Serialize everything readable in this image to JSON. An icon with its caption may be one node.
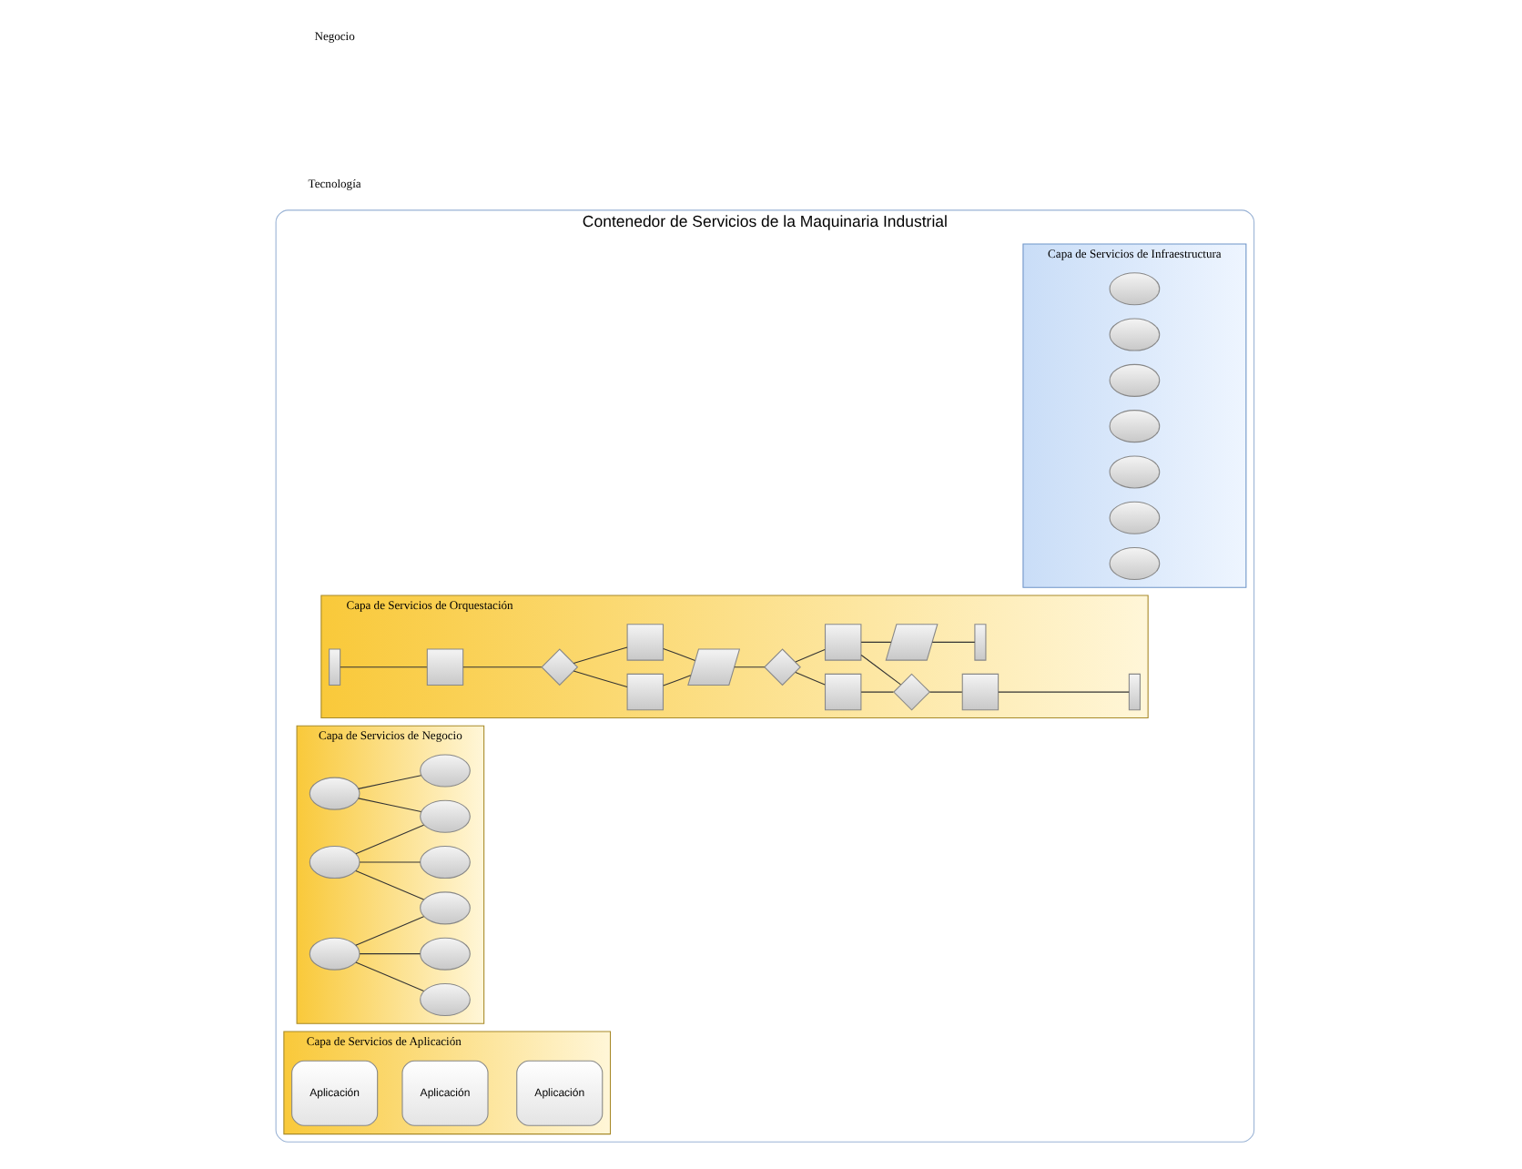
{
  "diagram": {
    "nodes": [
      {
        "text": [
          "Contenedor de Servicios de la Maquinaria Industrial"
        ]
      },
      {
        "text": [
          "Capa de Servicios de Orquestación"
        ],
        "in": 0
      },
      {
        "text": [],
        "shape": "bar",
        "in": 1
      },
      {
        "text": [],
        "shape": "box",
        "in": 1
      },
      {
        "text": [],
        "shape": "diamond",
        "in": 1
      },
      {
        "text": [],
        "shape": "box",
        "in": 1
      },
      {
        "text": [],
        "shape": "box",
        "in": 1
      },
      {
        "text": [],
        "shape": "parallelogram",
        "in": 1
      },
      {
        "text": [],
        "shape": "diamond",
        "in": 1
      },
      {
        "text": [],
        "shape": "box",
        "in": 1
      },
      {
        "text": [],
        "shape": "box",
        "in": 1
      },
      {
        "text": [],
        "shape": "diamond",
        "in": 1
      },
      {
        "text": [],
        "shape": "parallelogram",
        "in": 1
      },
      {
        "text": [],
        "shape": "box",
        "in": 1
      },
      {
        "text": [],
        "shape": "bar",
        "in": 1
      },
      {
        "text": [],
        "shape": "bar",
        "in": 1
      },
      {
        "text": [
          "Capa de Servicios de Negocio"
        ],
        "in": 0
      },
      {
        "text": [],
        "shape": "ellipse",
        "in": 16
      },
      {
        "text": [],
        "shape": "ellipse",
        "in": 16
      },
      {
        "text": [],
        "shape": "ellipse",
        "in": 16
      },
      {
        "text": [],
        "shape": "ellipse",
        "in": 16
      },
      {
        "text": [],
        "shape": "ellipse",
        "in": 16
      },
      {
        "text": [],
        "shape": "ellipse",
        "in": 16
      },
      {
        "text": [],
        "shape": "ellipse",
        "in": 16
      },
      {
        "text": [],
        "shape": "ellipse",
        "in": 16
      },
      {
        "text": [],
        "shape": "ellipse",
        "in": 16
      },
      {
        "text": [
          "Capa de Servicios de Aplicación"
        ],
        "in": 0
      },
      {
        "text": [
          "Aplicación"
        ],
        "in": 26
      },
      {
        "text": [
          "Aplicación"
        ],
        "in": 26
      },
      {
        "text": [
          "Aplicación"
        ],
        "in": 26
      },
      {
        "text": [
          "Capa de Servicios de Infraestructura"
        ],
        "in": 0
      },
      {
        "text": [],
        "shape": "ellipse",
        "in": 30
      },
      {
        "text": [],
        "shape": "ellipse",
        "in": 30
      },
      {
        "text": [],
        "shape": "ellipse",
        "in": 30
      },
      {
        "text": [],
        "shape": "ellipse",
        "in": 30
      },
      {
        "text": [],
        "shape": "ellipse",
        "in": 30
      },
      {
        "text": [],
        "shape": "ellipse",
        "in": 30
      },
      {
        "text": [],
        "shape": "ellipse",
        "in": 30
      }
    ],
    "edges": [
      {
        "from": 2,
        "to": 3,
        "arrow": "none"
      },
      {
        "from": 3,
        "to": 4,
        "arrow": "none"
      },
      {
        "from": 4,
        "to": 5,
        "arrow": "none"
      },
      {
        "from": 4,
        "to": 6,
        "arrow": "none"
      },
      {
        "from": 5,
        "to": 7,
        "arrow": "none"
      },
      {
        "from": 6,
        "to": 7,
        "arrow": "none"
      },
      {
        "from": 7,
        "to": 8,
        "arrow": "none"
      },
      {
        "from": 8,
        "to": 9,
        "arrow": "none"
      },
      {
        "from": 8,
        "to": 10,
        "arrow": "none"
      },
      {
        "from": 9,
        "to": 12,
        "arrow": "none"
      },
      {
        "from": 9,
        "to": 11,
        "arrow": "none"
      },
      {
        "from": 10,
        "to": 11,
        "arrow": "none"
      },
      {
        "from": 11,
        "to": 13,
        "arrow": "none"
      },
      {
        "from": 12,
        "to": 14,
        "arrow": "none"
      },
      {
        "from": 13,
        "to": 15,
        "arrow": "none"
      },
      {
        "from": 17,
        "to": 20,
        "arrow": "none"
      },
      {
        "from": 17,
        "to": 21,
        "arrow": "none"
      },
      {
        "from": 18,
        "to": 21,
        "arrow": "none"
      },
      {
        "from": 18,
        "to": 22,
        "arrow": "none"
      },
      {
        "from": 18,
        "to": 23,
        "arrow": "none"
      },
      {
        "from": 19,
        "to": 23,
        "arrow": "none"
      },
      {
        "from": 19,
        "to": 24,
        "arrow": "none"
      },
      {
        "from": 19,
        "to": 25,
        "arrow": "none"
      }
    ],
    "labels": [
      "Negocio",
      "Tecnología"
    ]
  }
}
